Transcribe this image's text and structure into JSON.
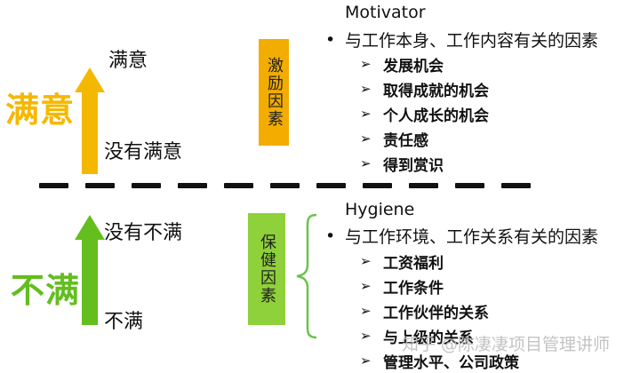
{
  "colors": {
    "satisfied": "#f5b800",
    "dissatisfied": "#63be1e",
    "motivator_box": "#f3ac00",
    "hygiene_box": "#8ed13a",
    "divider": "#111111"
  },
  "left": {
    "satisfied_big": "满意",
    "dissatisfied_big": "不满",
    "top_arrow_top_label": "满意",
    "top_arrow_bottom_label": "没有满意",
    "bottom_arrow_top_label": "没有不满",
    "bottom_arrow_bottom_label": "不满"
  },
  "motivator": {
    "box_label": "激励因素",
    "heading": "Motivator",
    "bullet": "与工作本身、工作内容有关的因素",
    "items": [
      "发展机会",
      "取得成就的机会",
      "个人成长的机会",
      "责任感",
      "得到赏识"
    ]
  },
  "hygiene": {
    "box_label": "保健因素",
    "heading": "Hygiene",
    "bullet": "与工作环境、工作关系有关的因素",
    "items": [
      "工资福利",
      "工作条件",
      "工作伙伴的关系",
      "与上级的关系",
      "管理水平、公司政策"
    ]
  },
  "symbols": {
    "bullet": "•",
    "chevron": "➢"
  },
  "watermark": "知乎 @陈凄凄项目管理讲师"
}
